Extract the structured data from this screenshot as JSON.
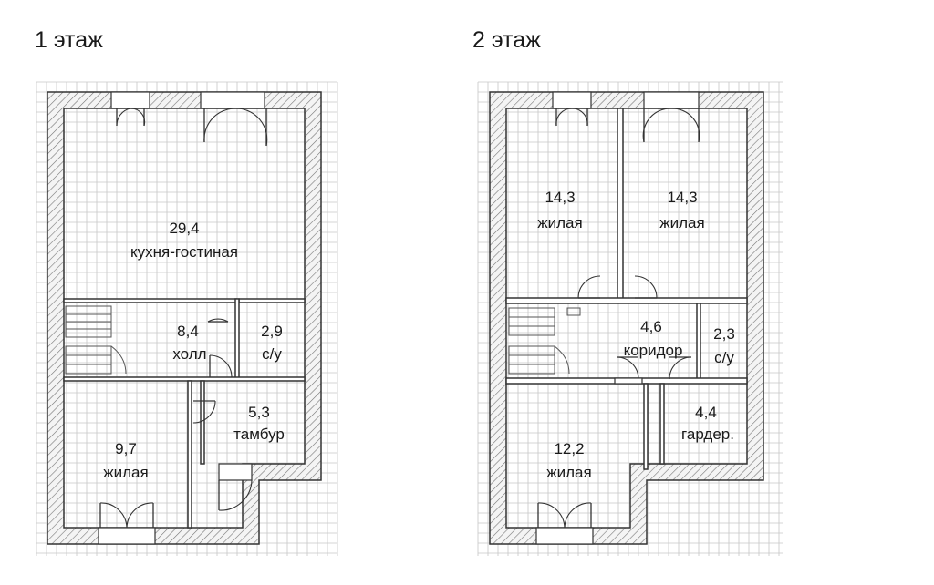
{
  "floors": [
    {
      "title": "1 этаж",
      "rooms": [
        {
          "area": "29,4",
          "name": "кухня-гостиная"
        },
        {
          "area": "8,4",
          "name": "холл"
        },
        {
          "area": "2,9",
          "name": "с/у"
        },
        {
          "area": "5,3",
          "name": "тамбур"
        },
        {
          "area": "9,7",
          "name": "жилая"
        }
      ]
    },
    {
      "title": "2 этаж",
      "rooms": [
        {
          "area": "14,3",
          "name": "жилая"
        },
        {
          "area": "14,3",
          "name": "жилая"
        },
        {
          "area": "4,6",
          "name": "коридор"
        },
        {
          "area": "2,3",
          "name": "с/у"
        },
        {
          "area": "4,4",
          "name": "гардер."
        },
        {
          "area": "12,2",
          "name": "жилая"
        }
      ]
    }
  ]
}
